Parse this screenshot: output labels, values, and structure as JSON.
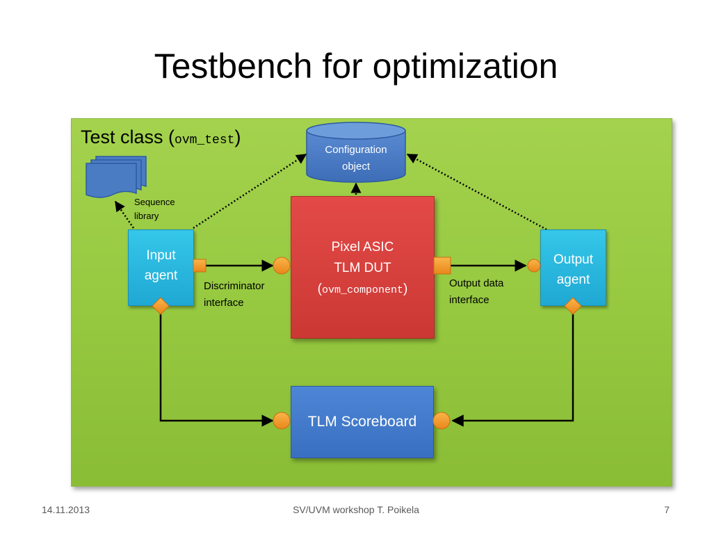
{
  "slide": {
    "title": "Testbench for optimization"
  },
  "test_class": {
    "label_prefix": "Test class (",
    "label_code": "ovm_test",
    "label_suffix": ")"
  },
  "config_object": {
    "line1": "Configuration",
    "line2": "object"
  },
  "sequence_library": {
    "line1": "Sequence",
    "line2": "library"
  },
  "input_agent": {
    "line1": "Input",
    "line2": "agent"
  },
  "output_agent": {
    "line1": "Output",
    "line2": "agent"
  },
  "dut": {
    "line1": "Pixel ASIC",
    "line2": "TLM DUT",
    "line3_open": "(",
    "line3_code": "ovm_component",
    "line3_close": ")"
  },
  "scoreboard": {
    "label": "TLM Scoreboard"
  },
  "interfaces": {
    "discriminator_line1": "Discriminator",
    "discriminator_line2": "interface",
    "output_data_line1": "Output data",
    "output_data_line2": "interface"
  },
  "footer": {
    "date": "14.11.2013",
    "center": "SV/UVM workshop T. Poikela",
    "page": "7"
  },
  "colors": {
    "test_class_fill": "#9bcb45",
    "agent_fill": "#29b6df",
    "dut_fill": "#d6403d",
    "scoreboard_fill": "#4478c9",
    "config_fill": "#4a7cc4",
    "port_fill": "#f59a23"
  }
}
